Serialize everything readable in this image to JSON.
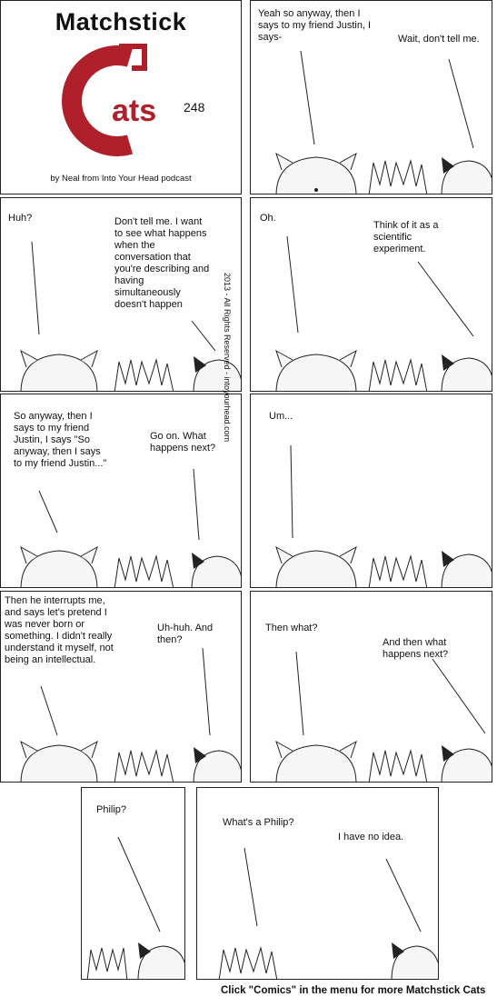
{
  "header": {
    "title": "Matchstick",
    "logo_word": "ats",
    "logo_letter": "C",
    "issue_number": "248",
    "credit": "by Neal from Into Your Head podcast"
  },
  "copyright": "2013 - All Rights Reserved - intoyourhead.com",
  "footer": "Click \"Comics\" in the menu for more Matchstick Cats",
  "panels": [
    {
      "a": "Yeah so anyway, then I\nsays to my friend Justin, I\nsays-",
      "b": "Wait, don't tell me."
    },
    {
      "a": "Huh?",
      "b": "Don't tell me. I want\nto see what happens\nwhen the\nconversation that\nyou're describing and\nhaving\nsimultaneously\ndoesn't happen"
    },
    {
      "a": "Oh.",
      "b": "Think of it as a\nscientific\nexperiment."
    },
    {
      "a": "So anyway, then I\nsays to my friend\nJustin, I says \"So\nanyway, then I says\nto my friend Justin...\"",
      "b": "Go on. What\nhappens next?"
    },
    {
      "a": "Um..."
    },
    {
      "a": "Then he interrupts me,\nand says let's pretend I\nwas never born or\nsomething. I didn't really\nunderstand it myself, not\nbeing an intellectual.",
      "b": "Uh-huh. And\nthen?"
    },
    {
      "a": "Then what?",
      "b": "And then what\nhappens next?"
    },
    {
      "a": "Philip?"
    },
    {
      "a": "What's a Philip?",
      "b": "I have no idea."
    }
  ],
  "colors": {
    "logo": "#b0202a",
    "ink": "#222222"
  }
}
